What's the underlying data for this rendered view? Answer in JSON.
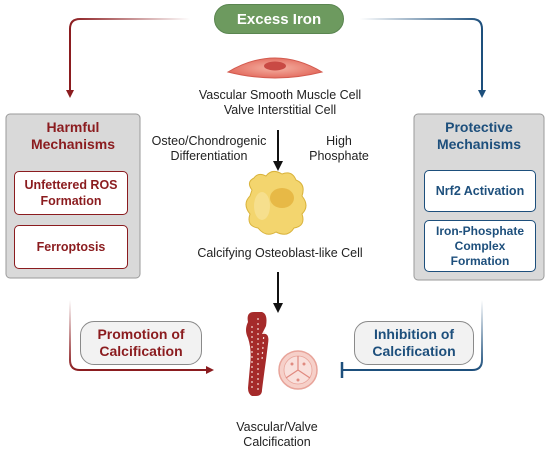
{
  "top": {
    "title": "Excess Iron"
  },
  "cell_top": {
    "line1": "Vascular Smooth Muscle Cell",
    "line2": "Valve Interstitial Cell"
  },
  "side_labels": {
    "left_line1": "Osteo/Chondrogenic",
    "left_line2": "Differentiation",
    "right_line1": "High",
    "right_line2": "Phosphate"
  },
  "cell_mid": {
    "label": "Calcifying Osteoblast-like Cell"
  },
  "bottom": {
    "line1": "Vascular/Valve",
    "line2": "Calcification"
  },
  "harmful": {
    "title_line1": "Harmful",
    "title_line2": "Mechanisms",
    "items": [
      {
        "line1": "Unfettered ROS",
        "line2": "Formation"
      },
      {
        "line1": "Ferroptosis",
        "line2": ""
      }
    ]
  },
  "protective": {
    "title_line1": "Protective",
    "title_line2": "Mechanisms",
    "items": [
      {
        "line1": "Nrf2 Activation",
        "line2": ""
      },
      {
        "line1": "Iron-Phosphate",
        "line2": "Complex",
        "line3": "Formation"
      }
    ]
  },
  "promotion": {
    "line1": "Promotion of",
    "line2": "Calcification"
  },
  "inhibition": {
    "line1": "Inhibition of",
    "line2": "Calcification"
  },
  "colors": {
    "red": "#8b1c1f",
    "blue": "#1d4f7c",
    "green": "#6d9a5f",
    "gray_box": "#d9d9d9"
  }
}
